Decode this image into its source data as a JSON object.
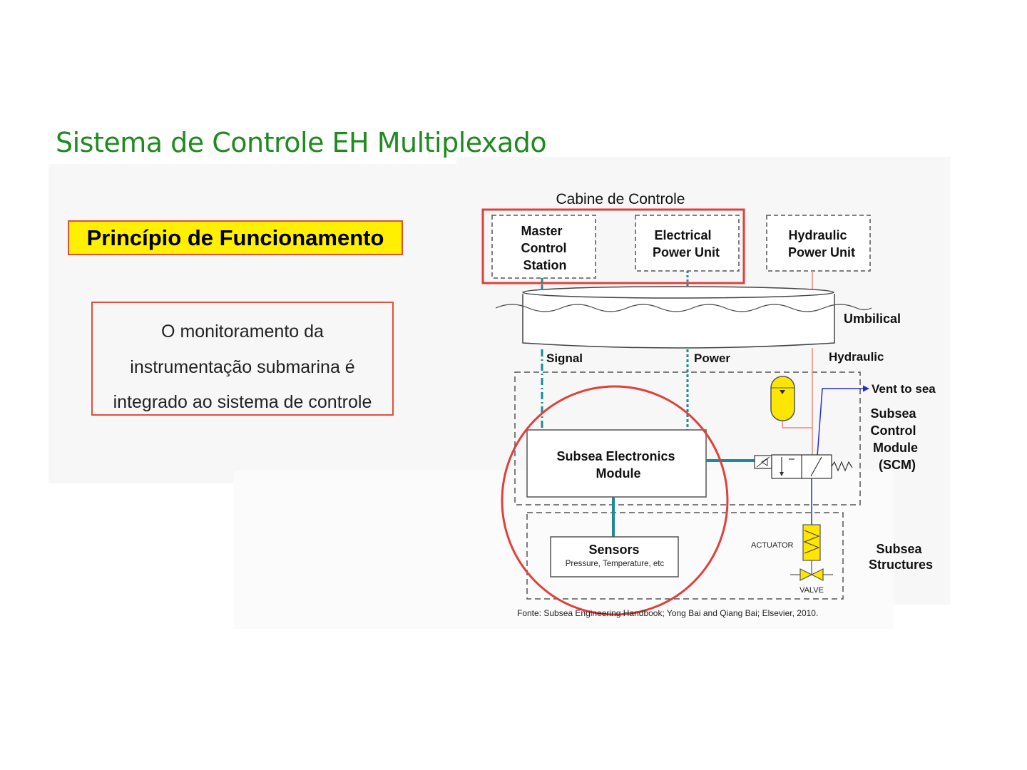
{
  "slide": {
    "title": "Sistema de Controle EH Multiplexado",
    "principle_heading": "Princípio de Funcionamento",
    "description_lines": [
      "O monitoramento da",
      "instrumentação submarina é",
      "integrado ao sistema de controle"
    ]
  },
  "diagram": {
    "control_cabin_label": "Cabine de Controle",
    "master_control_station": [
      "Master",
      "Control",
      "Station"
    ],
    "electrical_power_unit": [
      "Electrical",
      "Power Unit"
    ],
    "hydraulic_power_unit": [
      "Hydraulic",
      "Power Unit"
    ],
    "umbilical": "Umbilical",
    "signal": "Signal",
    "power": "Power",
    "hydraulic": "Hydraulic",
    "vent_to_sea": "Vent to sea",
    "scm_label": [
      "Subsea",
      "Control",
      "Module",
      "(SCM)"
    ],
    "sem_label": [
      "Subsea Electronics",
      "Module"
    ],
    "sensors_label": "Sensors",
    "sensors_sub": "Pressure, Temperature, etc",
    "actuator": "ACTUATOR",
    "valve": "VALVE",
    "structures_label": [
      "Subsea",
      "Structures"
    ],
    "source": "Fonte: Subsea Engineering Handbook; Yong Bai and Qiang Bai; Elsevier, 2010."
  },
  "colors": {
    "title_green": "#1f8a1f",
    "highlight_yellow": "#ffef00",
    "red_outline": "#e0403a",
    "teal_line": "#1f8a92",
    "blue_line": "#2b2bd0"
  }
}
